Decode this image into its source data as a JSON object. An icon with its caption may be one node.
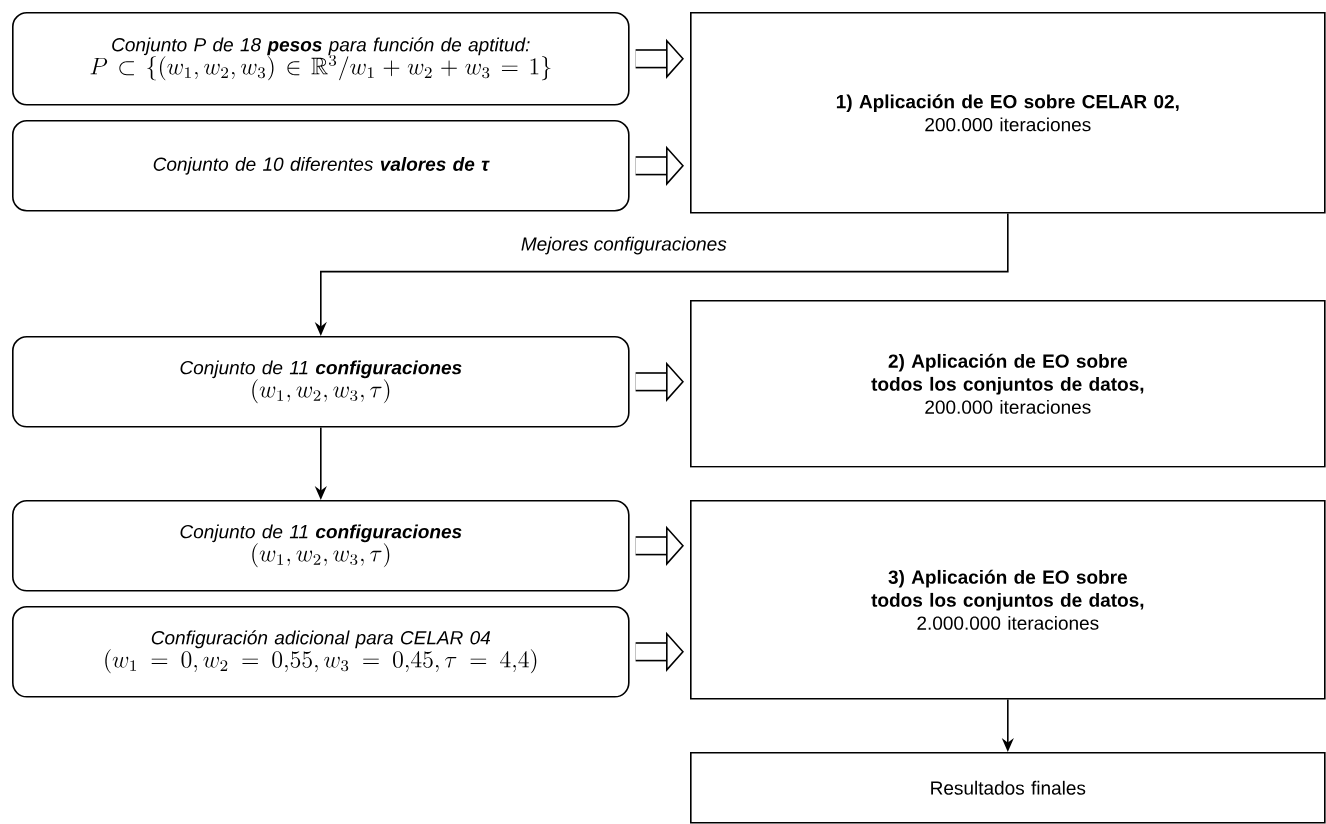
{
  "diagram": {
    "nodes": [
      {
        "text": [
          "Conjunto P de 18 **pesos** para función de aptitud:",
          "P\\subset\\{(w_1,w_2,w_3)\\in\\mathbb{R}^3/w_1+w_2+w_3=1\\}"
        ]
      },
      {
        "text": [
          "Conjunto de 10 diferentes **valores de τ**"
        ]
      },
      {
        "text": [
          "1) Aplicación de EO sobre CELAR 02,",
          "200.000 iteraciones"
        ]
      },
      {
        "text": [
          "Conjunto de 11 **configuraciones**",
          "(w_1,w_2,w_3,\\tau)"
        ]
      },
      {
        "text": [
          "2) Aplicación de EO sobre todos los conjuntos de datos,",
          "200.000 iteraciones"
        ]
      },
      {
        "text": [
          "Conjunto de 11 **configuraciones**",
          "(w_1,w_2,w_3,\\tau)"
        ]
      },
      {
        "text": [
          "Configuración adicional para CELAR 04",
          "(w_1=0,w_2=0{,}55,w_3=0{,}45,\\tau=4{,}4)"
        ]
      },
      {
        "text": [
          "3) Aplicación de EO sobre todos los conjuntos de datos,",
          "2.000.000 iteraciones"
        ]
      },
      {
        "text": [
          "Resultados finales"
        ]
      }
    ],
    "edges": [
      {
        "from": 0,
        "to": 2,
        "arrow": "to"
      },
      {
        "from": 1,
        "to": 2,
        "arrow": "to"
      },
      {
        "from": 2,
        "to": 3,
        "arrow": "to",
        "label": "Mejores configuraciones"
      },
      {
        "from": 3,
        "to": 4,
        "arrow": "to"
      },
      {
        "from": 3,
        "to": 5,
        "arrow": "to"
      },
      {
        "from": 5,
        "to": 7,
        "arrow": "to"
      },
      {
        "from": 6,
        "to": 7,
        "arrow": "to"
      },
      {
        "from": 7,
        "to": 8,
        "arrow": "to"
      }
    ]
  }
}
